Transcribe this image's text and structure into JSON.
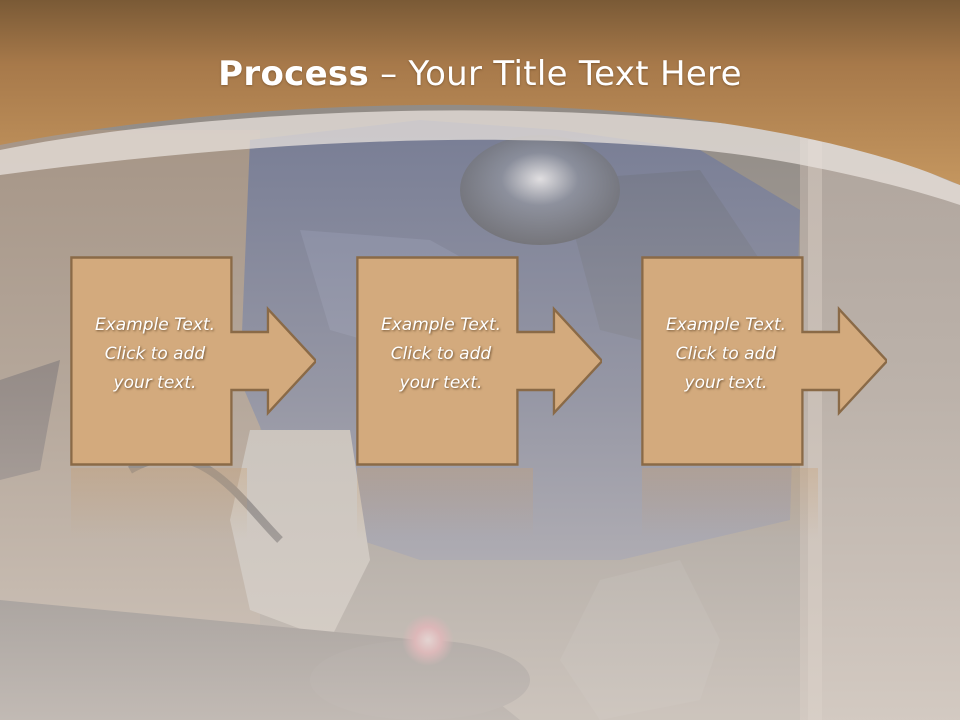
{
  "slide": {
    "title_bold": "Process",
    "title_rest": " – Your Title Text Here",
    "colors": {
      "header_brown": "#b38550",
      "box_fill": "#d3aa7d",
      "box_stroke": "#8a6a47",
      "background_fog": "#d9cfc6"
    },
    "steps": [
      {
        "line1": "Example Text.",
        "line2": "Click  to add",
        "line3": "your text."
      },
      {
        "line1": "Example Text.",
        "line2": "Click  to add",
        "line3": "your text."
      },
      {
        "line1": "Example Text.",
        "line2": "Click  to add",
        "line3": "your text."
      }
    ]
  }
}
